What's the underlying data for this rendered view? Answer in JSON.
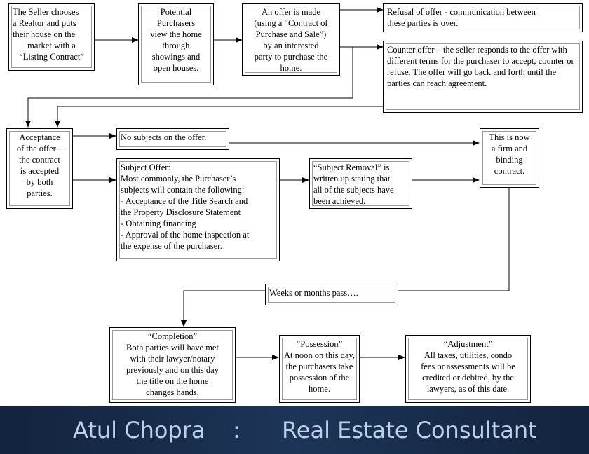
{
  "boxes": {
    "seller": {
      "lines": [
        "The Seller chooses",
        "a Realtor and puts",
        "their house on the",
        "market with a",
        "“Listing Contract”"
      ]
    },
    "purchasers": {
      "lines": [
        "Potential",
        "Purchasers",
        "view the home",
        "through",
        "showings and",
        "open houses."
      ]
    },
    "offer": {
      "lines": [
        "An offer is made",
        "(using a “Contract of",
        "Purchase and Sale”)",
        "by an interested",
        "party to purchase the",
        "home."
      ]
    },
    "refusal": {
      "lines": [
        "Refusal of offer - communication between",
        "these parties is over."
      ]
    },
    "counter": {
      "text": "Counter offer – the seller responds to the offer with different terms for the purchaser to accept, counter or refuse.  The offer will go back and forth until the parties can reach agreement."
    },
    "acceptance": {
      "lines": [
        "Acceptance",
        "of the offer –",
        "the contract",
        "is accepted",
        "by both",
        "parties."
      ]
    },
    "no_subjects": {
      "lines": [
        "No subjects on the offer."
      ]
    },
    "subject_offer": {
      "lines": [
        "Subject Offer:",
        "Most commonly, the Purchaser’s",
        "subjects will contain the following:",
        "- Acceptance of the Title Search and",
        "the Property Disclosure Statement",
        "- Obtaining financing",
        "- Approval of the home inspection at",
        "the expense of the purchaser."
      ]
    },
    "subject_removal": {
      "lines": [
        "“Subject Removal” is",
        "written up stating that",
        "all of the subjects have",
        "been achieved."
      ]
    },
    "firm": {
      "lines": [
        "This is now",
        "a firm and",
        "binding",
        "contract."
      ]
    },
    "weeks": {
      "lines": [
        "Weeks or months pass…."
      ]
    },
    "completion": {
      "lines": [
        "“Completion”",
        "Both parties will have met",
        "with their lawyer/notary",
        "previously and on this day",
        "the title on the home",
        "changes hands."
      ]
    },
    "possession": {
      "lines": [
        "“Possession”",
        "At noon on this day,",
        "the purchasers take",
        "possession of the",
        "home."
      ]
    },
    "adjustment": {
      "lines": [
        "“Adjustment”",
        "All taxes, utilities, condo",
        "fees or assessments will be",
        "credited or debited, by the",
        "lawyers, as of this date."
      ]
    }
  },
  "footer": {
    "name": "Atul Chopra",
    "separator": ":",
    "role": "Real Estate Consultant"
  },
  "colors": {
    "footer_background": "#1d3557",
    "footer_text": "#bdd0e8"
  }
}
